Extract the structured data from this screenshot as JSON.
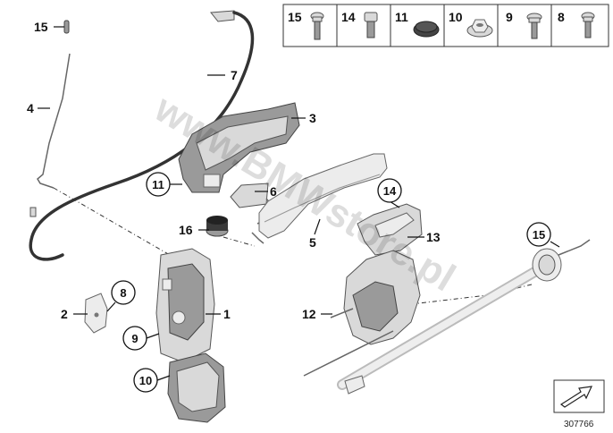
{
  "watermark": "www.BMWstore.pl",
  "diagram_number": "307766",
  "header_parts": [
    {
      "label": "15"
    },
    {
      "label": "14"
    },
    {
      "label": "11"
    },
    {
      "label": "10"
    },
    {
      "label": "9"
    },
    {
      "label": "8"
    }
  ],
  "callouts": {
    "c15": "15",
    "c7": "7",
    "c4": "4",
    "c3": "3",
    "c11": "11",
    "c6": "6",
    "c14": "14",
    "c16": "16",
    "c13": "13",
    "c5": "5",
    "c15b": "15",
    "c8": "8",
    "c2": "2",
    "c1": "1",
    "c12": "12",
    "c9": "9",
    "c10": "10"
  }
}
